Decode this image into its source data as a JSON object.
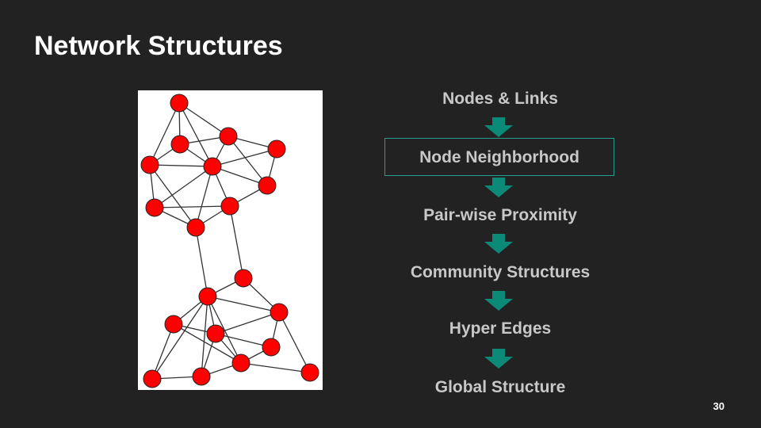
{
  "slide": {
    "title": "Network Structures",
    "page_number": "30"
  },
  "flow": {
    "steps": [
      {
        "label": "Nodes & Links",
        "highlighted": false
      },
      {
        "label": "Node Neighborhood",
        "highlighted": true
      },
      {
        "label": "Pair-wise Proximity",
        "highlighted": false
      },
      {
        "label": "Community Structures",
        "highlighted": false
      },
      {
        "label": "Hyper Edges",
        "highlighted": false
      },
      {
        "label": "Global Structure",
        "highlighted": false
      }
    ],
    "arrow_icon": "down-arrow-icon"
  },
  "graph": {
    "nodes_icon": "network-graph",
    "node_color": "#ff0000",
    "edge_color": "#333333"
  },
  "colors": {
    "background": "#222222",
    "arrow_fill": "#0b8a78",
    "highlight_border": "#2a9d8f",
    "step_text": "#c8c8c8"
  }
}
